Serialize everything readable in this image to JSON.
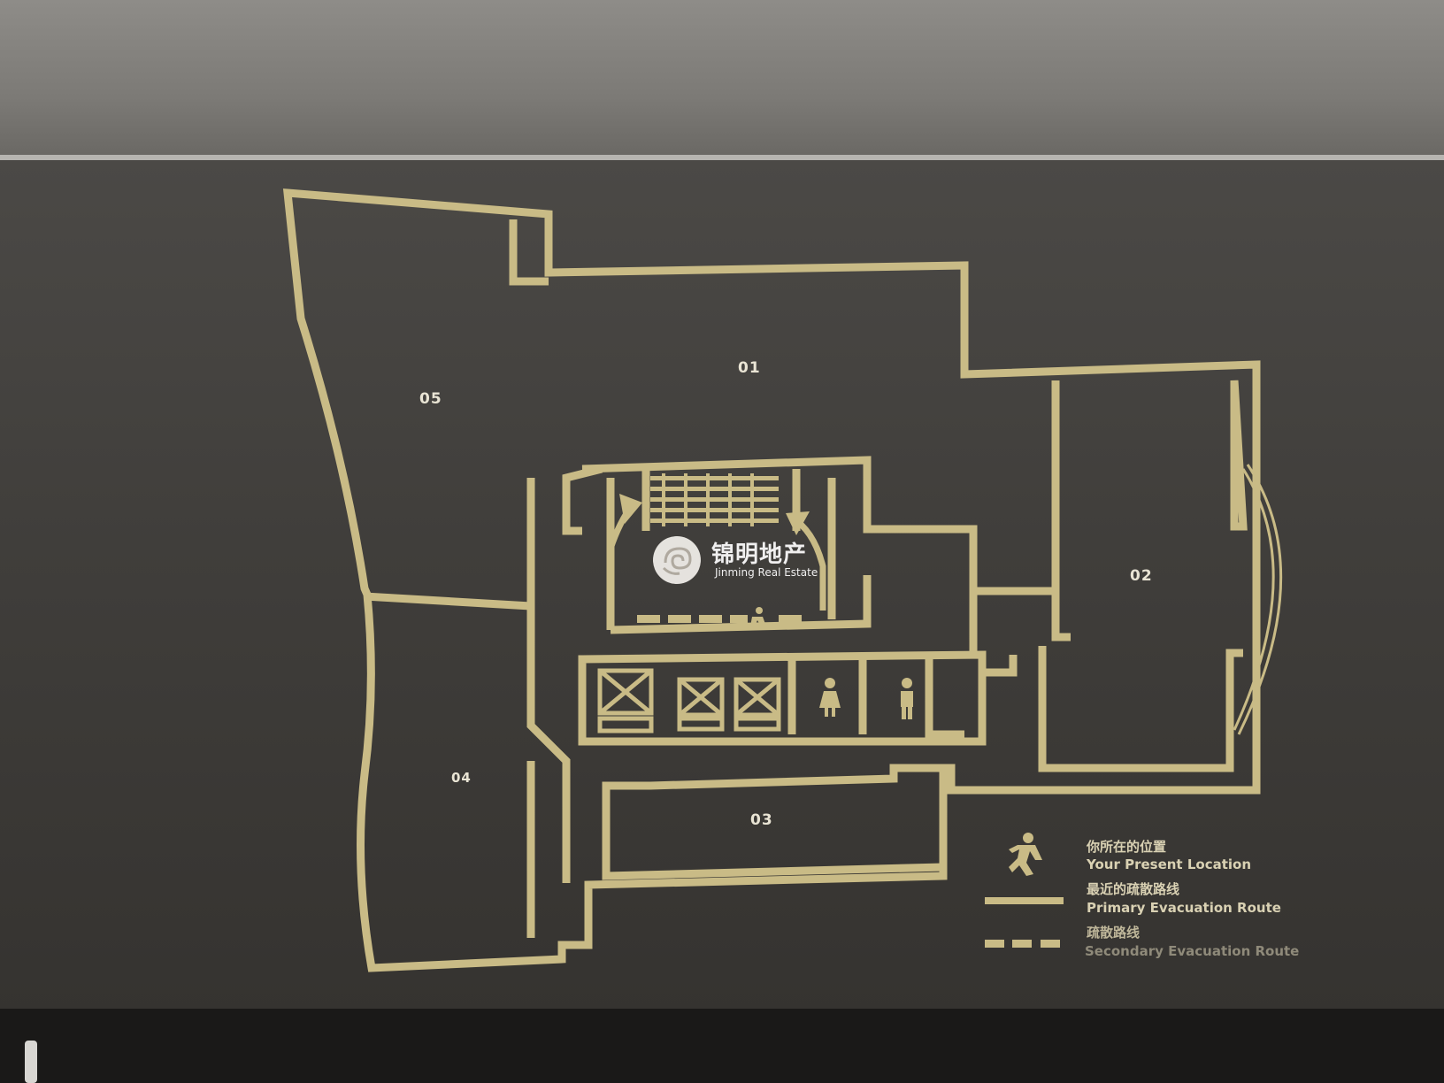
{
  "map": {
    "rooms": [
      {
        "id": "01",
        "label": "01"
      },
      {
        "id": "02",
        "label": "02"
      },
      {
        "id": "03",
        "label": "03"
      },
      {
        "id": "04",
        "label": "04"
      },
      {
        "id": "05",
        "label": "05"
      }
    ],
    "legend": {
      "present_location_cn": "你所在的位置",
      "present_location_en": "Your Present Location",
      "primary_route_cn": "最近的疏散路线",
      "primary_route_en": "Primary Evacuation Route",
      "secondary_route_cn": "疏散路线",
      "secondary_route_en": "Secondary Evacuation Route"
    },
    "watermark": {
      "cn": "锦明地产",
      "en": "Jinming Real Estate"
    },
    "colors": {
      "plan_line": "#c9bb86",
      "board": "#433f3c",
      "wall": "#86847f"
    },
    "icons": [
      "running-man-icon",
      "elevator-icon",
      "female-restroom-icon",
      "male-restroom-icon",
      "stair-icon",
      "evacuation-arrow-icon"
    ]
  }
}
